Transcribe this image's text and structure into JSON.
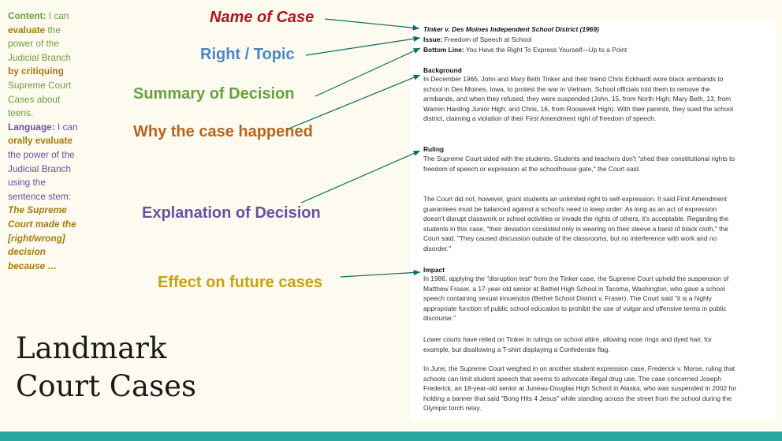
{
  "objective": {
    "content_label": "Content:",
    "content_1": " I can ",
    "content_evaluate": "evaluate",
    "content_2": " the power of the Judicial Branch ",
    "content_critiquing": "by critiquing",
    "content_3": " Supreme Court Cases about teens.",
    "language_label": "Language:",
    "language_1": " I can ",
    "language_orally": "orally evaluate",
    "language_2": " the power of the Judicial Branch using the sentence stem: ",
    "stem": "The Supreme Court made the [right/wrong] decision because …"
  },
  "title_line1": "Landmark",
  "title_line2": "Court Cases",
  "labels": {
    "name": "Name of Case",
    "right": "Right / Topic",
    "summary": "Summary of Decision",
    "why": "Why the case happened",
    "explanation": "Explanation of Decision",
    "effect": "Effect on future cases"
  },
  "article": {
    "title": "Tinker v. Des Moines Independent School District (1969)",
    "issue_label": "Issue:",
    "issue": " Freedom of Speech at School",
    "bottom_label": "Bottom Line:",
    "bottom": " You Have the Right To Express Yourself—Up to a Point",
    "background_heading": "Background",
    "background": "In December 1965, John and Mary Beth Tinker and their friend Chris Eckhardt wore black armbands to school in Des Moines, Iowa, to protest the war in Vietnam. School officials told them to remove the armbands, and when they refused, they were suspended (John, 15, from North High; Mary Beth, 13, from Warren Harding Junior High; and Chris, 16, from Roosevelt High). With their parents, they sued the school district, claiming a violation of their First Amendment right of freedom of speech.",
    "ruling_heading": "Ruling",
    "ruling_1": "The Supreme Court sided with the students. Students and teachers don't \"shed their constitutional rights to freedom of speech or expression at the schoolhouse gate,\" the Court said.",
    "ruling_2": "The Court did not, however, grant students an unlimited right to self-expression. It said First Amendment guarantees must be balanced against a school's need to keep order: As long as an act of expression doesn't disrupt classwork or school activities or invade the rights of others, it's acceptable. Regarding the students in this case, \"their deviation consisted only in wearing on their sleeve a band of black cloth,\" the Court said. \"They caused discussion outside of the classrooms, but no interference with work and no disorder.\"",
    "impact_heading": "Impact",
    "impact_1": "In 1986, applying the \"disruption test\" from the Tinker case, the Supreme Court upheld the suspension of Matthew Fraser, a 17-year-old senior at Bethel High School in Tacoma, Washington, who gave a school speech containing sexual innuendos (Bethel School District v. Fraser). The Court said \"it is a highly appropriate function of public school education to prohibit the use of vulgar and offensive terms in public discourse.\"",
    "impact_2": "Lower courts have relied on Tinker in rulings on school attire, allowing nose rings and dyed hair, for example, but disallowing a T-shirt displaying a Confederate flag.",
    "impact_3": "In June, the Supreme Court weighed in on another student expression case, Frederick v. Morse, ruling that schools can limit student speech that seems to advocate illegal drug use. The case concerned Joseph Frederick, an 18-year-old senior at Juneau-Douglas High School in Alaska, who was suspended in 2002 for holding a banner that said \"Bong Hits 4 Jesus\" while standing across the street from the school during the Olympic torch relay."
  }
}
